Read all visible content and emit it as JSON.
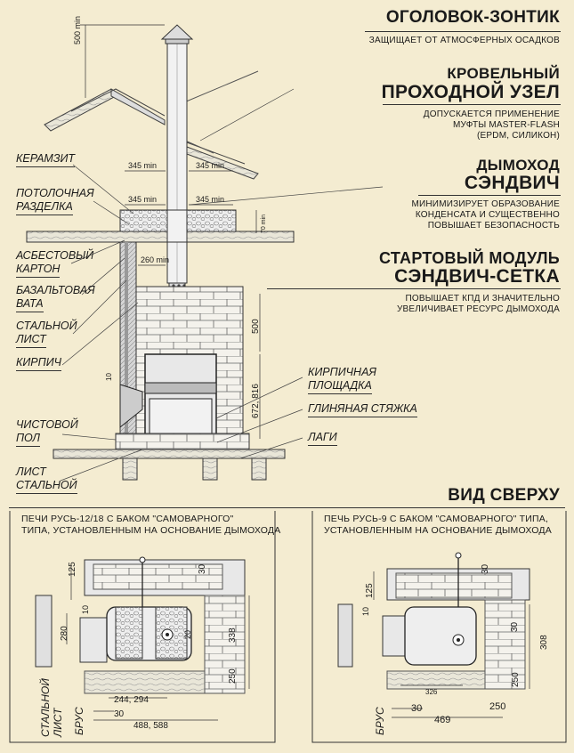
{
  "sections": [
    {
      "title": "ОГОЛОВОК-ЗОНТИК",
      "desc": [
        "ЗАЩИЩАЕТ ОТ АТМОСФЕРНЫХ ОСАДКОВ"
      ]
    },
    {
      "title1": "КРОВЕЛЬНЫЙ",
      "title2": "ПРОХОДНОЙ УЗЕЛ",
      "desc": [
        "ДОПУСКАЕТСЯ ПРИМЕНЕНИЕ",
        "МУФТЫ MASTER-FLASH",
        "(EPDM, СИЛИКОН)"
      ]
    },
    {
      "title1": "ДЫМОХОД",
      "title2": "СЭНДВИЧ",
      "desc": [
        "МИНИМИЗИРУЕТ ОБРАЗОВАНИЕ",
        "КОНДЕНСАТА И СУЩЕСТВЕННО",
        "ПОВЫШАЕТ БЕЗОПАСНОСТЬ"
      ]
    },
    {
      "title1": "СТАРТОВЫЙ МОДУЛЬ",
      "title2": "СЭНДВИЧ-СЕТКА",
      "desc": [
        "ПОВЫШАЕТ КПД И ЗНАЧИТЕЛЬНО",
        "УВЕЛИЧИВАЕТ РЕСУРС ДЫМОХОДА"
      ]
    }
  ],
  "left_labels": {
    "keramzit": "КЕРАМЗИТ",
    "razdelka1": "ПОТОЛОЧНАЯ",
    "razdelka2": "РАЗДЕЛКА",
    "karton1": "АСБЕСТОВЫЙ",
    "karton2": "КАРТОН",
    "vata1": "БАЗАЛЬТОВАЯ",
    "vata2": "ВАТА",
    "list1": "СТАЛЬНОЙ",
    "list2": "ЛИСТ",
    "kirpich": "КИРПИЧ",
    "pol1": "ЧИСТОВОЙ",
    "pol2": "ПОЛ",
    "list_bottom1": "ЛИСТ",
    "list_bottom2": "СТАЛЬНОЙ"
  },
  "right_labels": {
    "ploshadka1": "КИРПИЧНАЯ",
    "ploshadka2": "ПЛОЩАДКА",
    "styazhka": "ГЛИНЯНАЯ СТЯЖКА",
    "lagi": "ЛАГИ"
  },
  "dims": {
    "d500min": "500 min",
    "d345a": "345 min",
    "d345b": "345 min",
    "d345c": "345 min",
    "d345d": "345 min",
    "d70": "70 min",
    "d260": "260 min",
    "d500": "500",
    "d672": "672, 816",
    "d10": "10"
  },
  "top_view": {
    "title": "ВИД СВЕРХУ",
    "left": {
      "caption": [
        "ПЕЧИ РУСЬ-12/18 С БАКОМ \"САМОВАРНОГО\"",
        "ТИПА, УСТАНОВЛЕННЫМ НА ОСНОВАНИЕ ДЫМОХОДА"
      ],
      "dims": {
        "a125": "125",
        "a30": "30",
        "a10": "10",
        "a280": "280",
        "a338": "338",
        "a250": "250",
        "a20": "20",
        "a244": "244, 294",
        "a30b": "30",
        "a488": "488, 588"
      },
      "side1": "СТАЛЬНОЙ",
      "side2": "ЛИСТ",
      "side3": "БРУС"
    },
    "right": {
      "caption": [
        "ПЕЧЬ РУСЬ-9 С БАКОМ \"САМОВАРНОГО\" ТИПА,",
        "УСТАНОВЛЕННЫМ НА ОСНОВАНИЕ ДЫМОХОДА"
      ],
      "dims": {
        "b125": "125",
        "b30": "30",
        "b10": "10",
        "b30b": "30",
        "b308": "308",
        "b250": "250",
        "b326": "326",
        "b30c": "30",
        "b250b": "250",
        "b469": "469"
      },
      "side": "БРУС"
    }
  }
}
